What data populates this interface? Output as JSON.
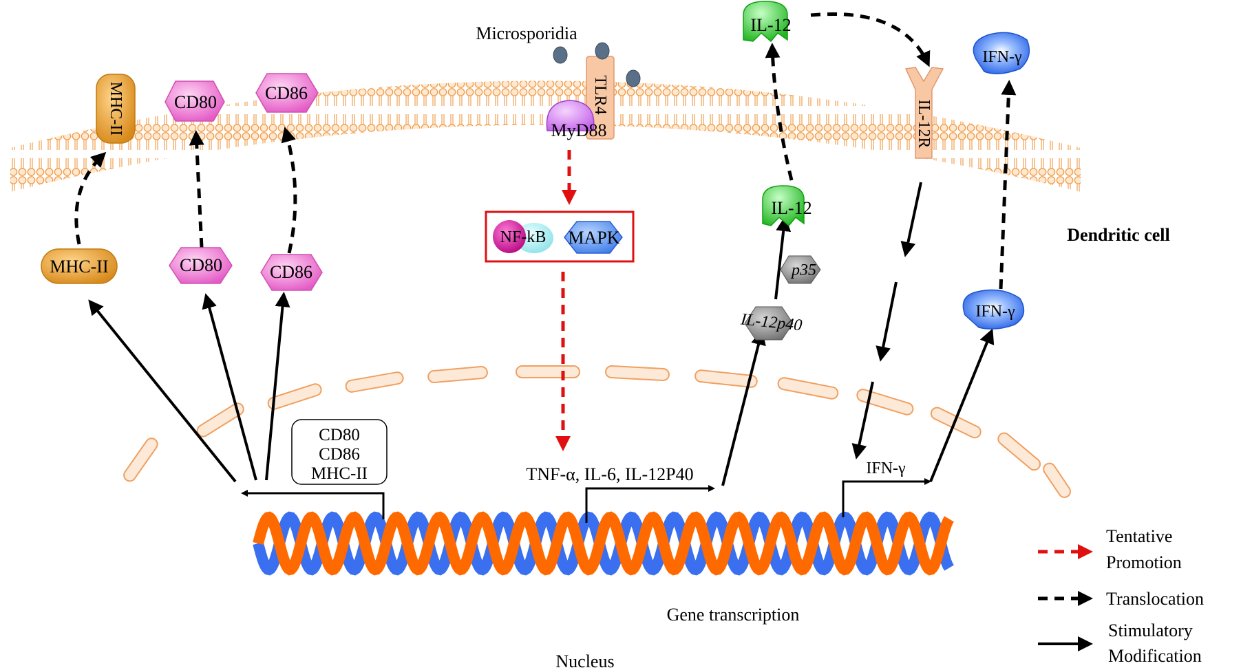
{
  "labels": {
    "cell": "Dendritic cell",
    "nucleus": "Nucleus",
    "gene_transcription": "Gene transcription",
    "microsporidia": "Microsporidia",
    "tlr4": "TLR4",
    "myd88": "MyD88",
    "nfkb": "NF-kB",
    "mapk": "MAPK",
    "il12_top": "IL-12",
    "il12_mid": "IL-12",
    "p35": "p35",
    "il12p40": "IL-12p40",
    "il12r": "IL-12R",
    "ifng_top": "IFN-γ",
    "ifng_mid": "IFN-γ",
    "ifng_gene": "IFN-γ",
    "cytokines_gene": "TNF-α, IL-6, IL-12P40",
    "mhc_membrane": "MHC-II",
    "cd80_membrane": "CD80",
    "cd86_membrane": "CD86",
    "mhc_cyto": "MHC-II",
    "cd80_cyto": "CD80",
    "cd86_cyto": "CD86",
    "box_lines": [
      "CD80",
      "CD86",
      "MHC-II"
    ]
  },
  "legend": {
    "tentative_line1": "Tentative",
    "tentative_line2": "Promotion",
    "translocation": "Translocation",
    "stim_line1": "Stimulatory",
    "stim_line2": "Modification"
  },
  "colors": {
    "membrane": "#f4b27a",
    "membrane_fill": "#fde6d2",
    "dna_orange": "#ff6a00",
    "dna_blue": "#3a6ff0",
    "red": "#e01010",
    "cd_pink": "#f06bd0",
    "mhc_orange": "#e8a030",
    "il12_green": "#2ec82e",
    "ifng_blue": "#2f6ef0",
    "mapk_blue": "#4a8cf0",
    "gray": "#7a7a7a"
  }
}
